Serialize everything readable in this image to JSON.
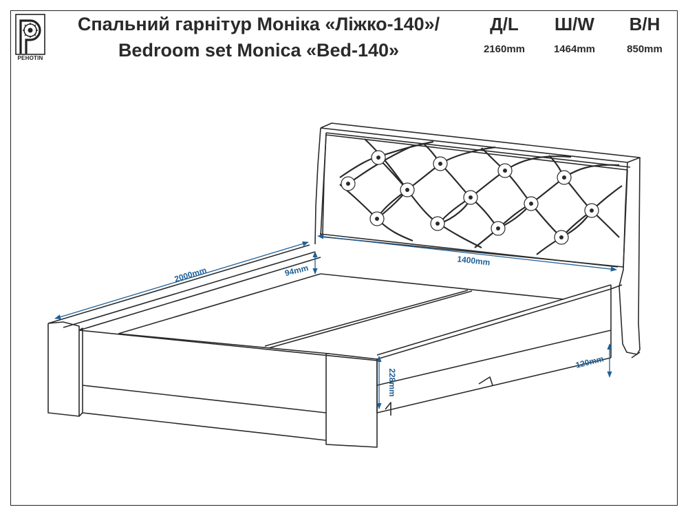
{
  "header": {
    "title_ua": "Спальний гарнітур Моніка «Ліжко-140»/",
    "title_en": "Bedroom set Monica «Bed-140»",
    "logo_label": "PEHOTIN",
    "dimensions": [
      {
        "key": "Д/L",
        "value": "2160mm"
      },
      {
        "key": "Ш/W",
        "value": "1464mm"
      },
      {
        "key": "В/Н",
        "value": "850mm"
      }
    ]
  },
  "drawing": {
    "labels": {
      "length": "2000mm",
      "width": "1400mm",
      "frame_height": "94mm",
      "leg_height": "228mm",
      "clearance": "120mm"
    },
    "colors": {
      "line": "#2a2a2a",
      "dimension": "#1f5f96"
    }
  }
}
